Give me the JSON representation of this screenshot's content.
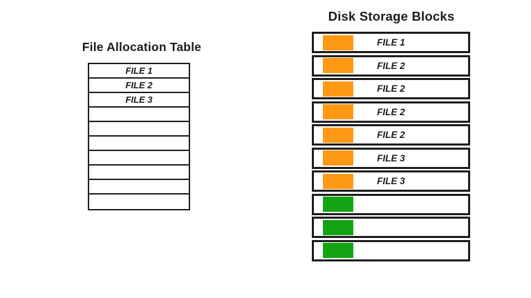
{
  "fat": {
    "title": "File Allocation Table",
    "rows": [
      {
        "label": "FILE 1"
      },
      {
        "label": "FILE 2"
      },
      {
        "label": "FILE 3"
      },
      {
        "label": ""
      },
      {
        "label": ""
      },
      {
        "label": ""
      },
      {
        "label": ""
      },
      {
        "label": ""
      },
      {
        "label": ""
      },
      {
        "label": ""
      }
    ]
  },
  "disk": {
    "title": "Disk Storage Blocks",
    "blocks": [
      {
        "label": "FILE 1",
        "status": "used"
      },
      {
        "label": "FILE 2",
        "status": "used"
      },
      {
        "label": "FILE 2",
        "status": "used"
      },
      {
        "label": "FILE 2",
        "status": "used"
      },
      {
        "label": "FILE 2",
        "status": "used"
      },
      {
        "label": "FILE 3",
        "status": "used"
      },
      {
        "label": "FILE 3",
        "status": "used"
      },
      {
        "label": "",
        "status": "free"
      },
      {
        "label": "",
        "status": "free"
      },
      {
        "label": "",
        "status": "free"
      }
    ]
  },
  "colors": {
    "used_block": "#FF9914",
    "free_block": "#12A412",
    "border": "#1E1E1E",
    "text": "#1C1C1C"
  }
}
